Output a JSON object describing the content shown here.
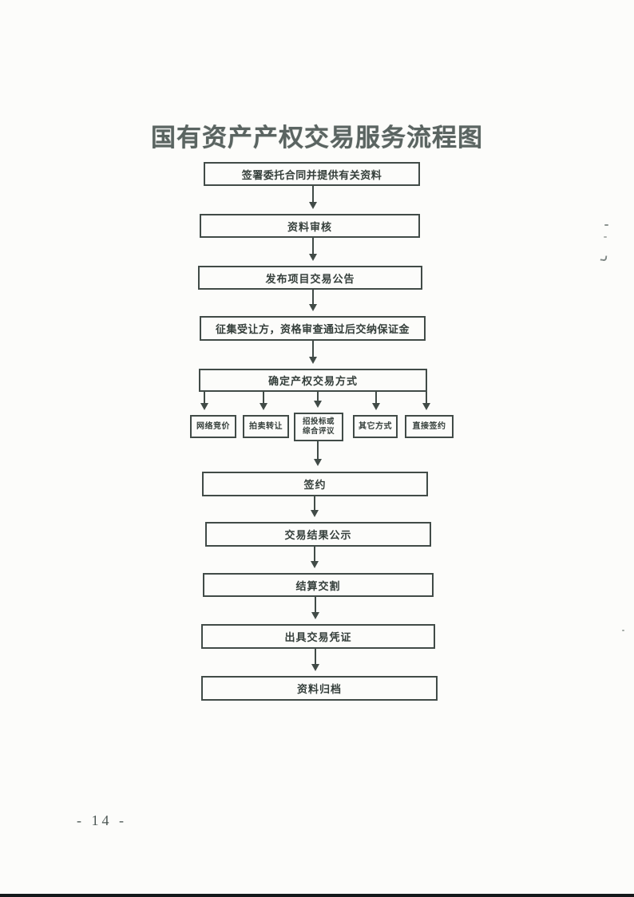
{
  "document": {
    "title": "国有资产产权交易服务流程图",
    "page_number": "- 14 -"
  },
  "flowchart": {
    "steps": {
      "s1": "签署委托合同并提供有关资料",
      "s2": "资料审核",
      "s3": "发布项目交易公告",
      "s4": "征集受让方，资格审查通过后交纳保证金",
      "s5": "确定产权交易方式",
      "s6": "签约",
      "s7": "交易结果公示",
      "s8": "结算交割",
      "s9": "出具交易凭证",
      "s10": "资料归档"
    },
    "branches": {
      "b1": "网络竞价",
      "b2": "拍卖转让",
      "b3_line1": "招投标或",
      "b3_line2": "综合评议",
      "b4": "其它方式",
      "b5": "直接签约"
    }
  },
  "colors": {
    "ink": "#343e3a",
    "border": "#414b47",
    "title": "#5a6461",
    "bottom_bar": "#14191a"
  }
}
